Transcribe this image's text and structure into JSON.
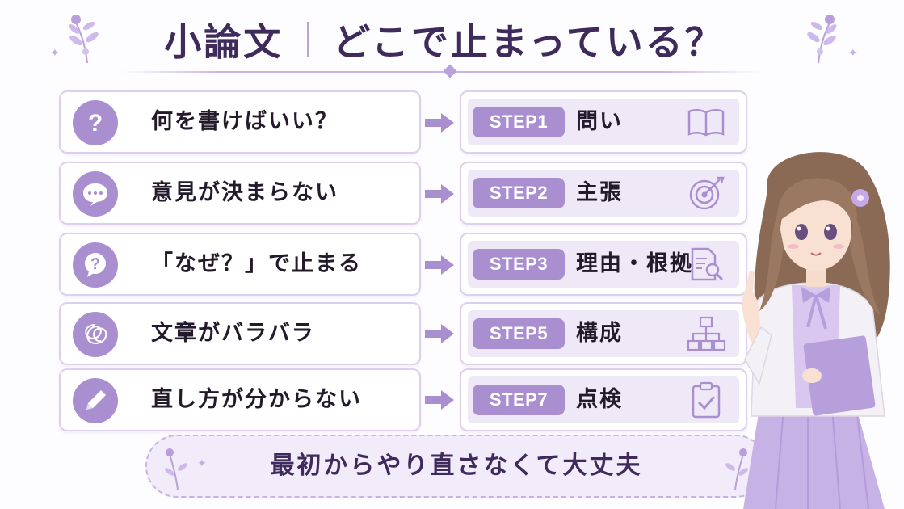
{
  "title": {
    "main": "小論文",
    "sub": "どこで止まっている？"
  },
  "rows": [
    {
      "problem": "何を書けばいい？",
      "problem_icon": "question-icon",
      "step": "STEP1",
      "step_name": "問い",
      "step_icon": "book-icon"
    },
    {
      "problem": "意見が決まらない",
      "problem_icon": "speech-bubble-icon",
      "step": "STEP2",
      "step_name": "主張",
      "step_icon": "target-icon"
    },
    {
      "problem": "「なぜ？」で止まる",
      "problem_icon": "question-bubble-icon",
      "step": "STEP3",
      "step_name": "理由・根拠",
      "step_icon": "document-search-icon"
    },
    {
      "problem": "文章がバラバラ",
      "problem_icon": "tangle-icon",
      "step": "STEP5",
      "step_name": "構成",
      "step_icon": "hierarchy-icon"
    },
    {
      "problem": "直し方が分からない",
      "problem_icon": "pencil-icon",
      "step": "STEP7",
      "step_name": "点検",
      "step_icon": "clipboard-check-icon"
    }
  ],
  "footer": {
    "message": "最初からやり直さなくて大丈夫"
  },
  "colors": {
    "accent": "#a98fd0",
    "title": "#3f2a5c",
    "panel": "#efe9f7",
    "border": "#ddd0ee"
  }
}
